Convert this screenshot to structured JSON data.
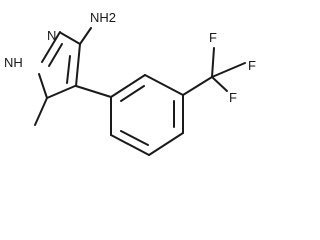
{
  "molecule": {
    "labels": {
      "amine": "NH2",
      "ring_nh": "NH",
      "ring_n": "N",
      "fluorine_top": "F",
      "fluorine_right": "F",
      "fluorine_bottom": "F"
    }
  }
}
